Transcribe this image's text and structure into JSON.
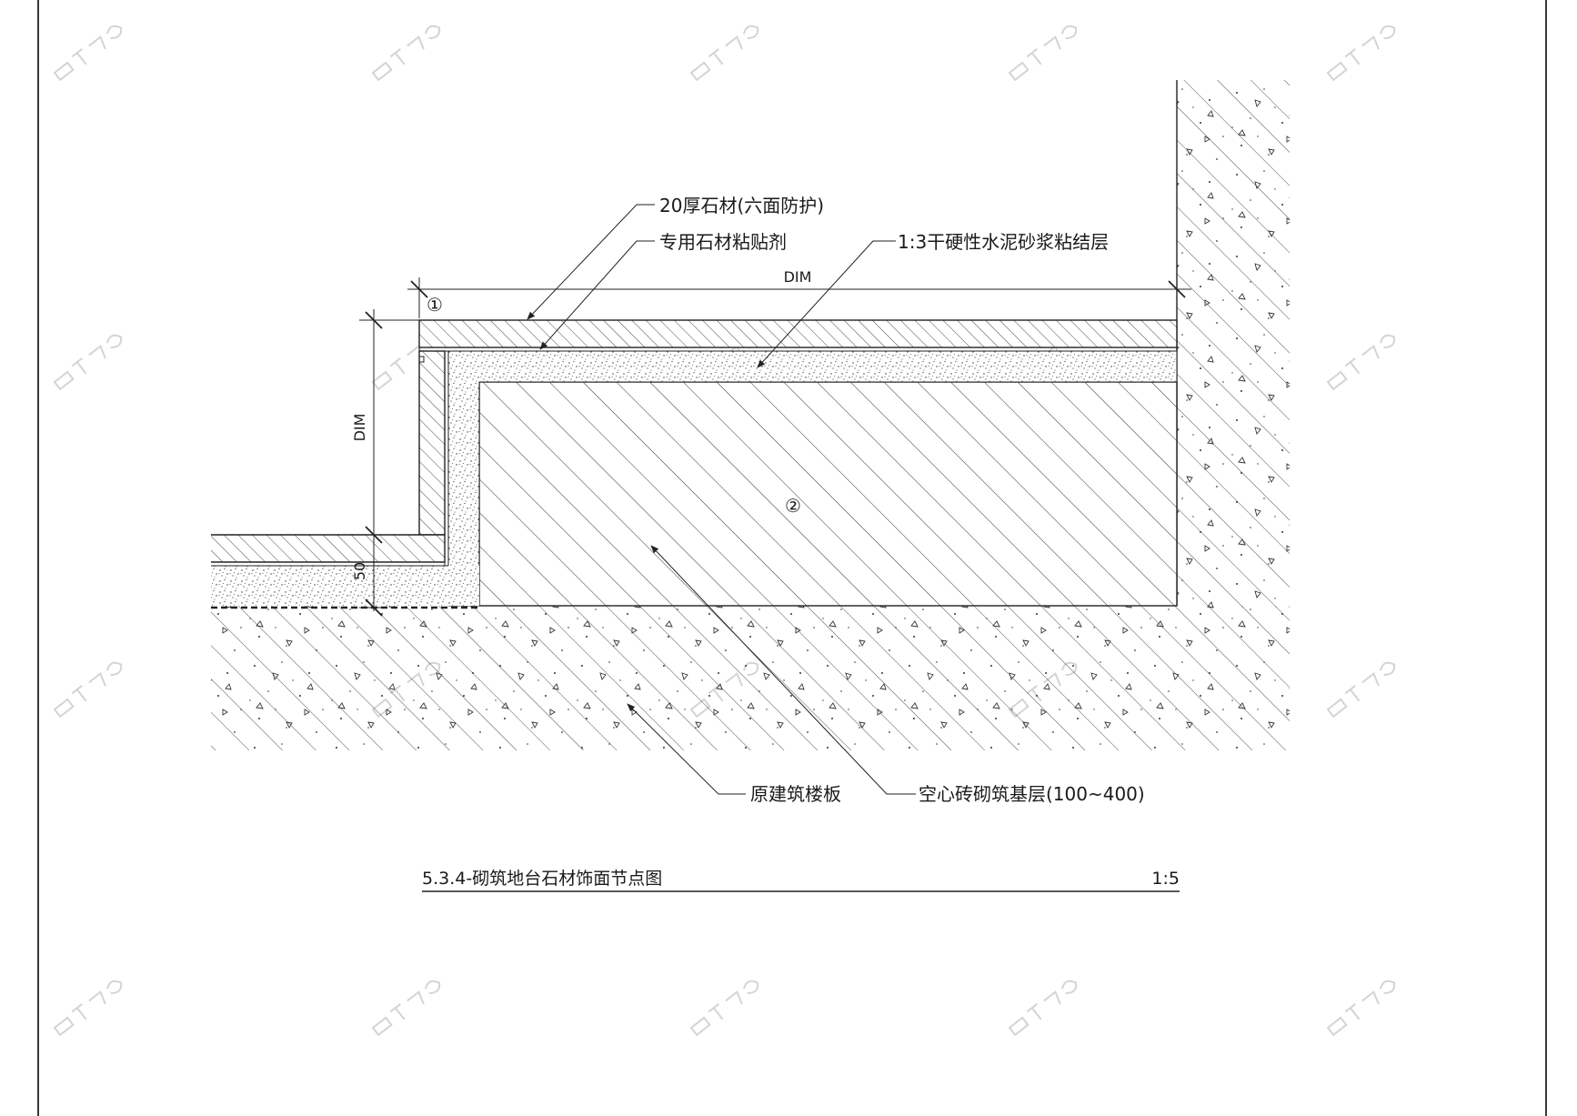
{
  "labels": {
    "stone": "20厚石材(六面防护)",
    "adhesive": "专用石材粘贴剂",
    "mortar": "1:3干硬性水泥砂浆粘结层",
    "slab": "原建筑楼板",
    "brick": "空心砖砌筑基层(100~400)"
  },
  "dimensions": {
    "top": "DIM",
    "side": "DIM",
    "small": "50"
  },
  "markers": {
    "one": "①",
    "two": "②"
  },
  "title": {
    "text": "5.3.4-砌筑地台石材饰面节点图",
    "scale": "1:5"
  },
  "colors": {
    "line": "#222222",
    "watermark": "#d4d4d4"
  }
}
